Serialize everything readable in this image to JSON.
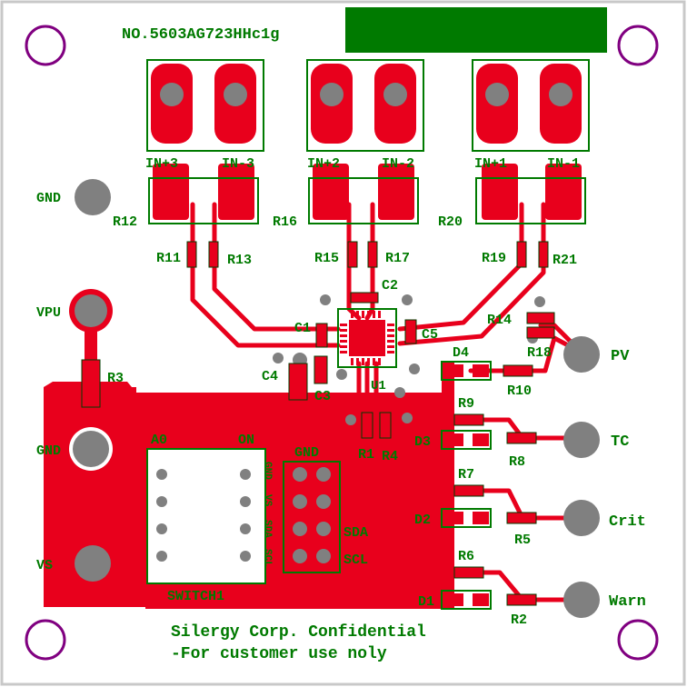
{
  "colors": {
    "background": "#ffffff",
    "silkscreen": "#007a00",
    "copper": "#e8001c",
    "drill": "#808080",
    "mount_hole": "#800080",
    "board_outline": "#c8c8c8"
  },
  "board": {
    "part_number": "NO.5603AG723HHc1g",
    "footer_line1": "Silergy Corp. Confidential",
    "footer_line2": "-For customer use noly"
  },
  "connectors": {
    "j3": {
      "pos": "IN+3",
      "neg": "IN-3"
    },
    "j2": {
      "pos": "IN+2",
      "neg": "IN-2"
    },
    "j1": {
      "pos": "IN+1",
      "neg": "IN-1"
    }
  },
  "resistors": {
    "r2": "R2",
    "r3": "R3",
    "r4": "R4",
    "r5": "R5",
    "r6": "R6",
    "r7": "R7",
    "r8": "R8",
    "r9": "R9",
    "r10": "R10",
    "r11": "R11",
    "r12": "R12",
    "r13": "R13",
    "r14": "R14",
    "r15": "R15",
    "r16": "R16",
    "r17": "R17",
    "r18": "R18",
    "r19": "R19",
    "r20": "R20",
    "r21": "R21",
    "r1": "R1"
  },
  "capacitors": {
    "c1": "C1",
    "c2": "C2",
    "c3": "C3",
    "c4": "C4",
    "c5": "C5"
  },
  "diodes": {
    "d1": "D1",
    "d2": "D2",
    "d3": "D3",
    "d4": "D4"
  },
  "ic": {
    "u1": "U1"
  },
  "test_points": {
    "gnd_top": "GND",
    "vpu": "VPU",
    "gnd_left": "GND",
    "vs": "VS",
    "pv": "PV",
    "tc": "TC",
    "crit": "Crit",
    "warn": "Warn"
  },
  "switch": {
    "name": "SWITCH1",
    "a0": "A0",
    "on": "ON",
    "side_labels": [
      "GND",
      "VS",
      "SDA",
      "SCL"
    ]
  },
  "header": {
    "gnd": "GND",
    "sda": "SDA",
    "scl": "SCL"
  }
}
